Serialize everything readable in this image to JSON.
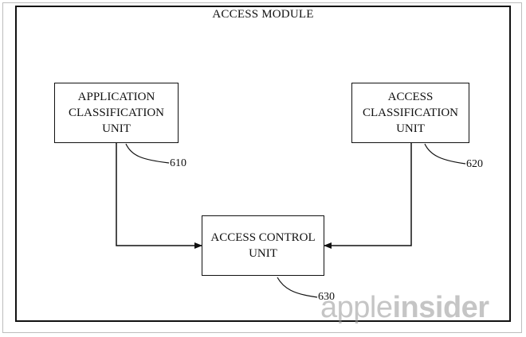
{
  "diagram": {
    "title": "ACCESS MODULE",
    "units": [
      {
        "id": "app",
        "lines": [
          "APPLICATION",
          "CLASSIFICATION",
          "UNIT"
        ],
        "ref": "610"
      },
      {
        "id": "acc",
        "lines": [
          "ACCESS",
          "CLASSIFICATION",
          "UNIT"
        ],
        "ref": "620"
      },
      {
        "id": "ctl",
        "lines": [
          "ACCESS CONTROL",
          "UNIT"
        ],
        "ref": "630"
      }
    ]
  },
  "watermark": {
    "part1": "apple",
    "part2": "insider"
  }
}
